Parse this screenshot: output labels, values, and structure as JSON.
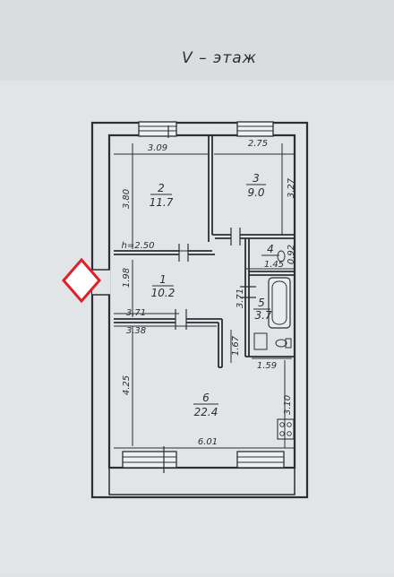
{
  "plan": {
    "title": "V – этаж",
    "ceiling_height": "h=2.50",
    "rooms": [
      {
        "number": "1",
        "area": "10.2"
      },
      {
        "number": "2",
        "area": "11.7"
      },
      {
        "number": "3",
        "area": "9.0"
      },
      {
        "number": "4",
        "area": "1.45"
      },
      {
        "number": "5",
        "area": "3.7"
      },
      {
        "number": "6",
        "area": "22.4"
      }
    ],
    "dimensions": {
      "room2_width": "3.09",
      "room2_height": "3.80",
      "room3_width": "2.75",
      "room3_height": "3.27",
      "room4_height": "0.92",
      "hall_height": "1.98",
      "hall_width": "3.71",
      "bath_height": "3.71",
      "room6_top_width": "3.38",
      "partition_height": "1.67",
      "kitchen_width": "1.59",
      "room6_height": "4.25",
      "kitchen_height": "3.10",
      "room6_bottom_width": "6.01"
    }
  }
}
